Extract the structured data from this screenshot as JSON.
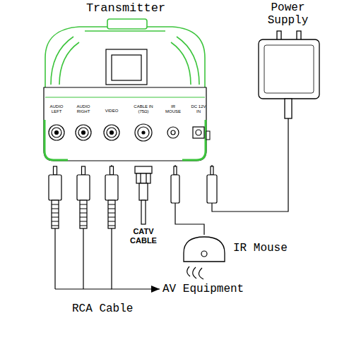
{
  "diagram": {
    "nodes": [
      {
        "text": [
          "Transmitter"
        ]
      },
      {
        "text": [
          "Power Supply"
        ]
      },
      {
        "text": [
          "IR Mouse"
        ]
      },
      {
        "text": [
          "AV Equipment"
        ]
      }
    ],
    "edges": [
      {
        "from": 1,
        "to": 0,
        "arrow": "none"
      },
      {
        "from": 2,
        "to": 0,
        "arrow": "none"
      },
      {
        "from": 0,
        "to": 3,
        "arrow": "to",
        "label": "RCA Cable"
      }
    ],
    "labels": [
      "AUDIO LEFT",
      "AUDIO RIGHT",
      "VIDEO",
      "CABLE IN (75Ω)",
      "IR MOUSE",
      "DC 12V IN",
      "CATV CABLE"
    ]
  }
}
